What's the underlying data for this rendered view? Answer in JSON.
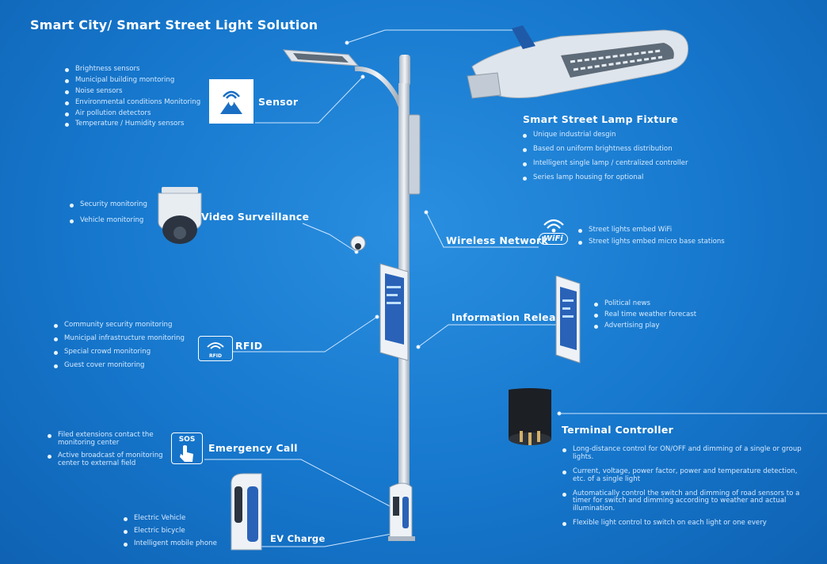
{
  "title": "Smart City/ Smart Street Light Solution",
  "sensor": {
    "heading": "Sensor",
    "items": [
      "Brightness sensors",
      "Municipal building montoring",
      "Noise sensors",
      "Environmental conditions Monitoring",
      "Air pollution detectors",
      "Temperature / Humidity sensors"
    ]
  },
  "lamp": {
    "heading": "Smart Street Lamp Fixture",
    "items": [
      "Unique industrial desgin",
      "Based on uniform brightness distribution",
      "Intelligent single lamp / centralized controller",
      "Series lamp housing for optional"
    ]
  },
  "video": {
    "heading": "Video Surveillance",
    "items": [
      "Security monitoring",
      "Vehicle monitoring"
    ]
  },
  "wireless": {
    "heading": "Wireless Network",
    "badge": "WiFi",
    "items": [
      "Street lights embed WiFi",
      "Street lights embed micro base stations"
    ]
  },
  "info": {
    "heading": "Information Release",
    "items": [
      "Political news",
      "Real time weather forecast",
      "Advertising play"
    ]
  },
  "rfid": {
    "heading": "RFID",
    "icon_label": "RFID",
    "items": [
      "Community security monitoring",
      "Municipal infrastructure monitoring",
      "Special crowd monitoring",
      "Guest cover monitoring"
    ]
  },
  "terminal": {
    "heading": "Terminal Controller",
    "items": [
      "Long-distance control for ON/OFF and dimming of a single or group lights.",
      "Current, voltage, power factor, power and temperature detection, etc. of a single light",
      "Automatically control the switch and dimming of road sensors to a timer for switch and dimming according to weather and actual illumination.",
      "Flexible light control to switch on each light or one every"
    ]
  },
  "emergency": {
    "heading": "Emergency Call",
    "icon_label": "SOS",
    "items": [
      "Filed extensions contact the monitoring center",
      "Active broadcast of monitoring center to external field"
    ]
  },
  "ev": {
    "heading": "EV Charge",
    "items": [
      "Electric Vehicle",
      "Electric bicycle",
      "Intelligent mobile phone"
    ]
  },
  "colors": {
    "background": "#1677cc",
    "text": "#ffffff",
    "pole": "#d9e0e8",
    "screen_blue": "#2a62b8"
  }
}
